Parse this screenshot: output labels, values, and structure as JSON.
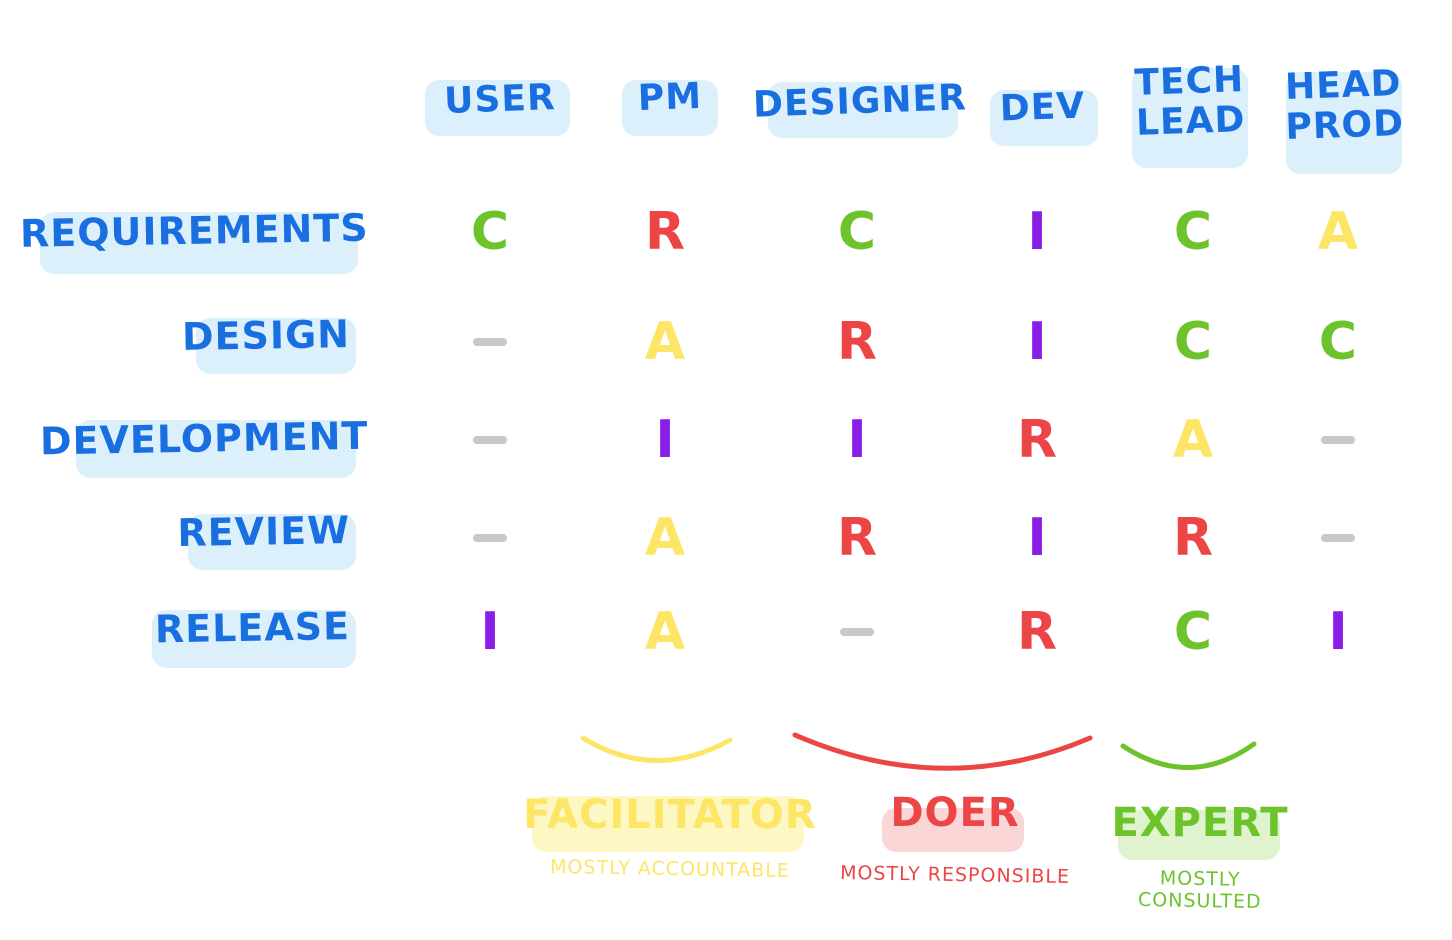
{
  "colors": {
    "heading_blue": "#1a6fe0",
    "heading_highlight": "#dcf0fb",
    "C": "#6cc32c",
    "R": "#ec4545",
    "A": "#fde566",
    "I": "#8a1ee6",
    "dash": "#c8c8c8"
  },
  "columns": [
    "USER",
    "PM",
    "DESIGNER",
    "DEV",
    "TECH\nLEAD",
    "HEAD\nPROD"
  ],
  "rows": [
    {
      "label": "REQUIREMENTS",
      "cells": [
        "C",
        "R",
        "C",
        "I",
        "C",
        "A"
      ]
    },
    {
      "label": "DESIGN",
      "cells": [
        "–",
        "A",
        "R",
        "I",
        "C",
        "C"
      ]
    },
    {
      "label": "DEVELOPMENT",
      "cells": [
        "–",
        "I",
        "I",
        "R",
        "A",
        "–"
      ]
    },
    {
      "label": "REVIEW",
      "cells": [
        "–",
        "A",
        "R",
        "I",
        "R",
        "–"
      ]
    },
    {
      "label": "RELEASE",
      "cells": [
        "I",
        "A",
        "–",
        "R",
        "C",
        "I"
      ]
    }
  ],
  "groups": [
    {
      "title": "FACILITATOR",
      "subtitle": "MOSTLY ACCOUNTABLE",
      "color": "#fde566",
      "highlight": "#fdf7c4"
    },
    {
      "title": "DOER",
      "subtitle": "MOSTLY RESPONSIBLE",
      "color": "#ec4545",
      "highlight": "#fbd6d6"
    },
    {
      "title": "EXPERT",
      "subtitle": "MOSTLY CONSULTED",
      "color": "#6cc32c",
      "highlight": "#dff3cf"
    }
  ]
}
